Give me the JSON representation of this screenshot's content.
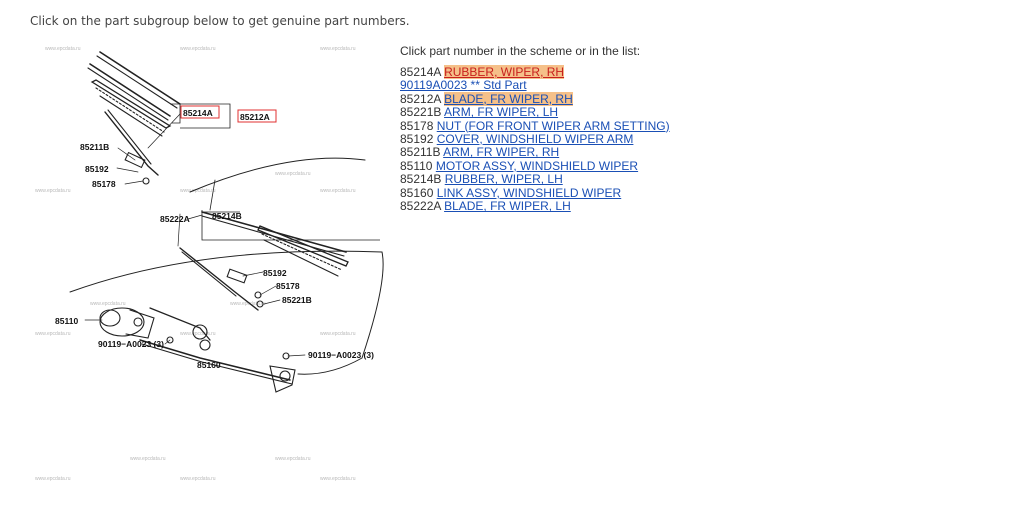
{
  "instruction": "Click on the part subgroup below to get genuine part numbers.",
  "list_heading": "Click part number in the scheme or in the list:",
  "watermark": "www.epcdata.ru",
  "parts": [
    {
      "number": "85214A",
      "name": "RUBBER, WIPER, RH",
      "linked_number": false,
      "highlight": "red"
    },
    {
      "number": "90119A0023",
      "name": "** Std Part",
      "linked_number": true,
      "highlight": ""
    },
    {
      "number": "85212A",
      "name": "BLADE, FR WIPER, RH",
      "linked_number": false,
      "highlight": "blue"
    },
    {
      "number": "85221B",
      "name": "ARM, FR WIPER, LH",
      "linked_number": false,
      "highlight": ""
    },
    {
      "number": "85178",
      "name": "NUT (FOR FRONT WIPER ARM SETTING)",
      "linked_number": false,
      "highlight": ""
    },
    {
      "number": "85192",
      "name": "COVER, WINDSHIELD WIPER ARM",
      "linked_number": false,
      "highlight": ""
    },
    {
      "number": "85211B",
      "name": "ARM, FR WIPER, RH",
      "linked_number": false,
      "highlight": ""
    },
    {
      "number": "85110",
      "name": "MOTOR ASSY, WINDSHIELD WIPER",
      "linked_number": false,
      "highlight": ""
    },
    {
      "number": "85214B",
      "name": "RUBBER, WIPER, LH",
      "linked_number": false,
      "highlight": ""
    },
    {
      "number": "85160",
      "name": "LINK ASSY, WINDSHIELD WIPER",
      "linked_number": false,
      "highlight": ""
    },
    {
      "number": "85222A",
      "name": "BLADE, FR WIPER, LH",
      "linked_number": false,
      "highlight": ""
    }
  ],
  "scheme": {
    "callouts": {
      "c_85214A": "85214A",
      "c_85212A": "85212A",
      "c_85211B": "85211B",
      "c_85192_upper": "85192",
      "c_85178_upper": "85178",
      "c_85222A": "85222A",
      "c_85214B": "85214B",
      "c_85192_lower": "85192",
      "c_85178_lower": "85178",
      "c_85221B": "85221B",
      "c_85110": "85110",
      "c_90119_left": "90119−A0023 (3)",
      "c_90119_right": "90119−A0023 (3)",
      "c_85160": "85160"
    }
  },
  "colors": {
    "link": "#1a4fb5",
    "highlight_bg": "#f5c089",
    "highlight_red_text": "#c8201e",
    "callout_box": "#e03030"
  }
}
